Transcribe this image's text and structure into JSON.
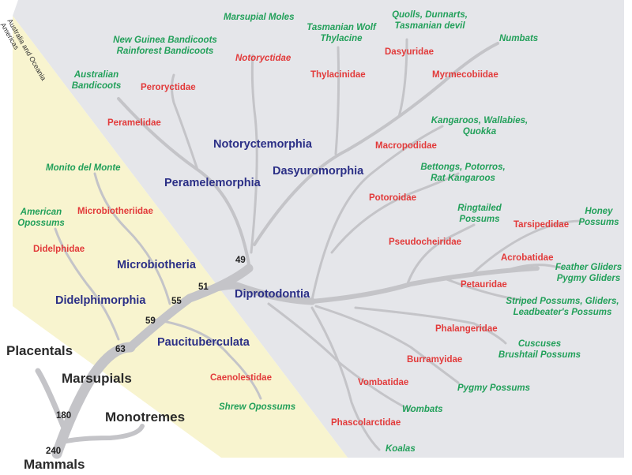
{
  "regions": {
    "australia_oceania": "Australia and Oceania",
    "americas": "Americas",
    "colors": {
      "australia": "#e5e6ea",
      "americas": "#f8f4cf",
      "branch": "#c4c4c8"
    }
  },
  "roots": {
    "mammals": "Mammals",
    "placentals": "Placentals",
    "marsupials": "Marsupials",
    "monotremes": "Monotremes"
  },
  "divergence_mya": {
    "n240": "240",
    "n180": "180",
    "n63": "63",
    "n59": "59",
    "n55": "55",
    "n51": "51",
    "n49": "49"
  },
  "orders": {
    "didelphimorphia": "Didelphimorphia",
    "microbiotheria": "Microbiotheria",
    "paucituberculata": "Paucituberculata",
    "peramelemorphia": "Peramelemorphia",
    "notoryctemorphia": "Notoryctemorphia",
    "dasyuromorphia": "Dasyuromorphia",
    "diprotodontia": "Diprotodontia"
  },
  "families": {
    "didelphidae": "Didelphidae",
    "microbiotheriidae": "Microbiotheriidae",
    "caenolestidae": "Caenolestidae",
    "peramelidae": "Peramelidae",
    "peroryctidae": "Peroryctidae",
    "notoryctidae": "Notoryctidae",
    "thylacinidae": "Thylacinidae",
    "dasyuridae": "Dasyuridae",
    "myrmecobiidae": "Myrmecobiidae",
    "macropodidae": "Macropodidae",
    "potoroidae": "Potoroidae",
    "pseudocheiridae": "Pseudocheiridae",
    "tarsipedidae": "Tarsipedidae",
    "acrobatidae": "Acrobatidae",
    "petauridae": "Petauridae",
    "phalangeridae": "Phalangeridae",
    "burramyidae": "Burramyidae",
    "vombatidae": "Vombatidae",
    "phascolarctidae": "Phascolarctidae"
  },
  "species": {
    "american_opossums": [
      "American",
      "Opossums"
    ],
    "monito_del_monte": "Monito del Monte",
    "shrew_opossums": "Shrew Opossums",
    "australian_bandicoots": [
      "Australian",
      "Bandicoots"
    ],
    "ng_bandicoots": [
      "New Guinea Bandicoots",
      "Rainforest Bandicoots"
    ],
    "marsupial_moles": "Marsupial Moles",
    "tasmanian_wolf": [
      "Tasmanian Wolf",
      "Thylacine"
    ],
    "quolls": [
      "Quolls, Dunnarts,",
      "Tasmanian devil"
    ],
    "numbats": "Numbats",
    "kangaroos": [
      "Kangaroos, Wallabies,",
      "Quokka"
    ],
    "bettongs": [
      "Bettongs, Potorros,",
      "Rat Kangaroos"
    ],
    "ringtailed": [
      "Ringtailed",
      "Possums"
    ],
    "honey_possums": [
      "Honey",
      "Possums"
    ],
    "feather_gliders": [
      "Feather Gliders",
      "Pygmy Gliders"
    ],
    "striped_possums": [
      "Striped Possums, Gliders,",
      "Leadbeater's Possums"
    ],
    "cuscuses": [
      "Cuscuses",
      "Brushtail Possums"
    ],
    "pygmy_possums": "Pygmy Possums",
    "wombats": "Wombats",
    "koalas": "Koalas"
  }
}
